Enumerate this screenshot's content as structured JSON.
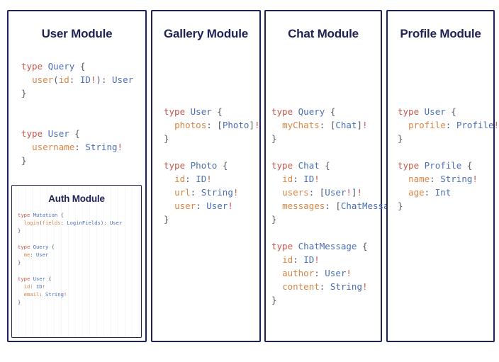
{
  "board": {
    "background_color": "#ffffff",
    "border_color": "#1f2255",
    "title_color": "#1f2255"
  },
  "syntax_colors": {
    "keyword": "#c5594f",
    "type_name": "#4a6fb5",
    "field_name": "#d88644",
    "punctuation": "#555a66",
    "bang": "#c5594f"
  },
  "modules": {
    "user": {
      "title": "User Module",
      "code": "type Query {\n  user(id: ID!): User\n}\n\n\ntype User {\n  username: String!\n}"
    },
    "auth": {
      "title": "Auth Module",
      "code": "type Mutation {\n  login(fields: LoginFields): User\n}\n\ntype Query {\n  me: User\n}\n\ntype User {\n  id: ID!\n  email: String!\n}"
    },
    "gallery": {
      "title": "Gallery Module",
      "code": "type User {\n  photos: [Photo]!\n}\n\ntype Photo {\n  id: ID!\n  url: String!\n  user: User!\n}"
    },
    "chat": {
      "title": "Chat Module",
      "code": "type Query {\n  myChats: [Chat]!\n}\n\ntype Chat {\n  id: ID!\n  users: [User!]!\n  messages: [ChatMessage]!\n}\n\ntype ChatMessage {\n  id: ID!\n  author: User!\n  content: String!\n}"
    },
    "profile": {
      "title": "Profile Module",
      "code": "type User {\n  profile: Profile!\n}\n\ntype Profile {\n  name: String!\n  age: Int\n}"
    }
  }
}
